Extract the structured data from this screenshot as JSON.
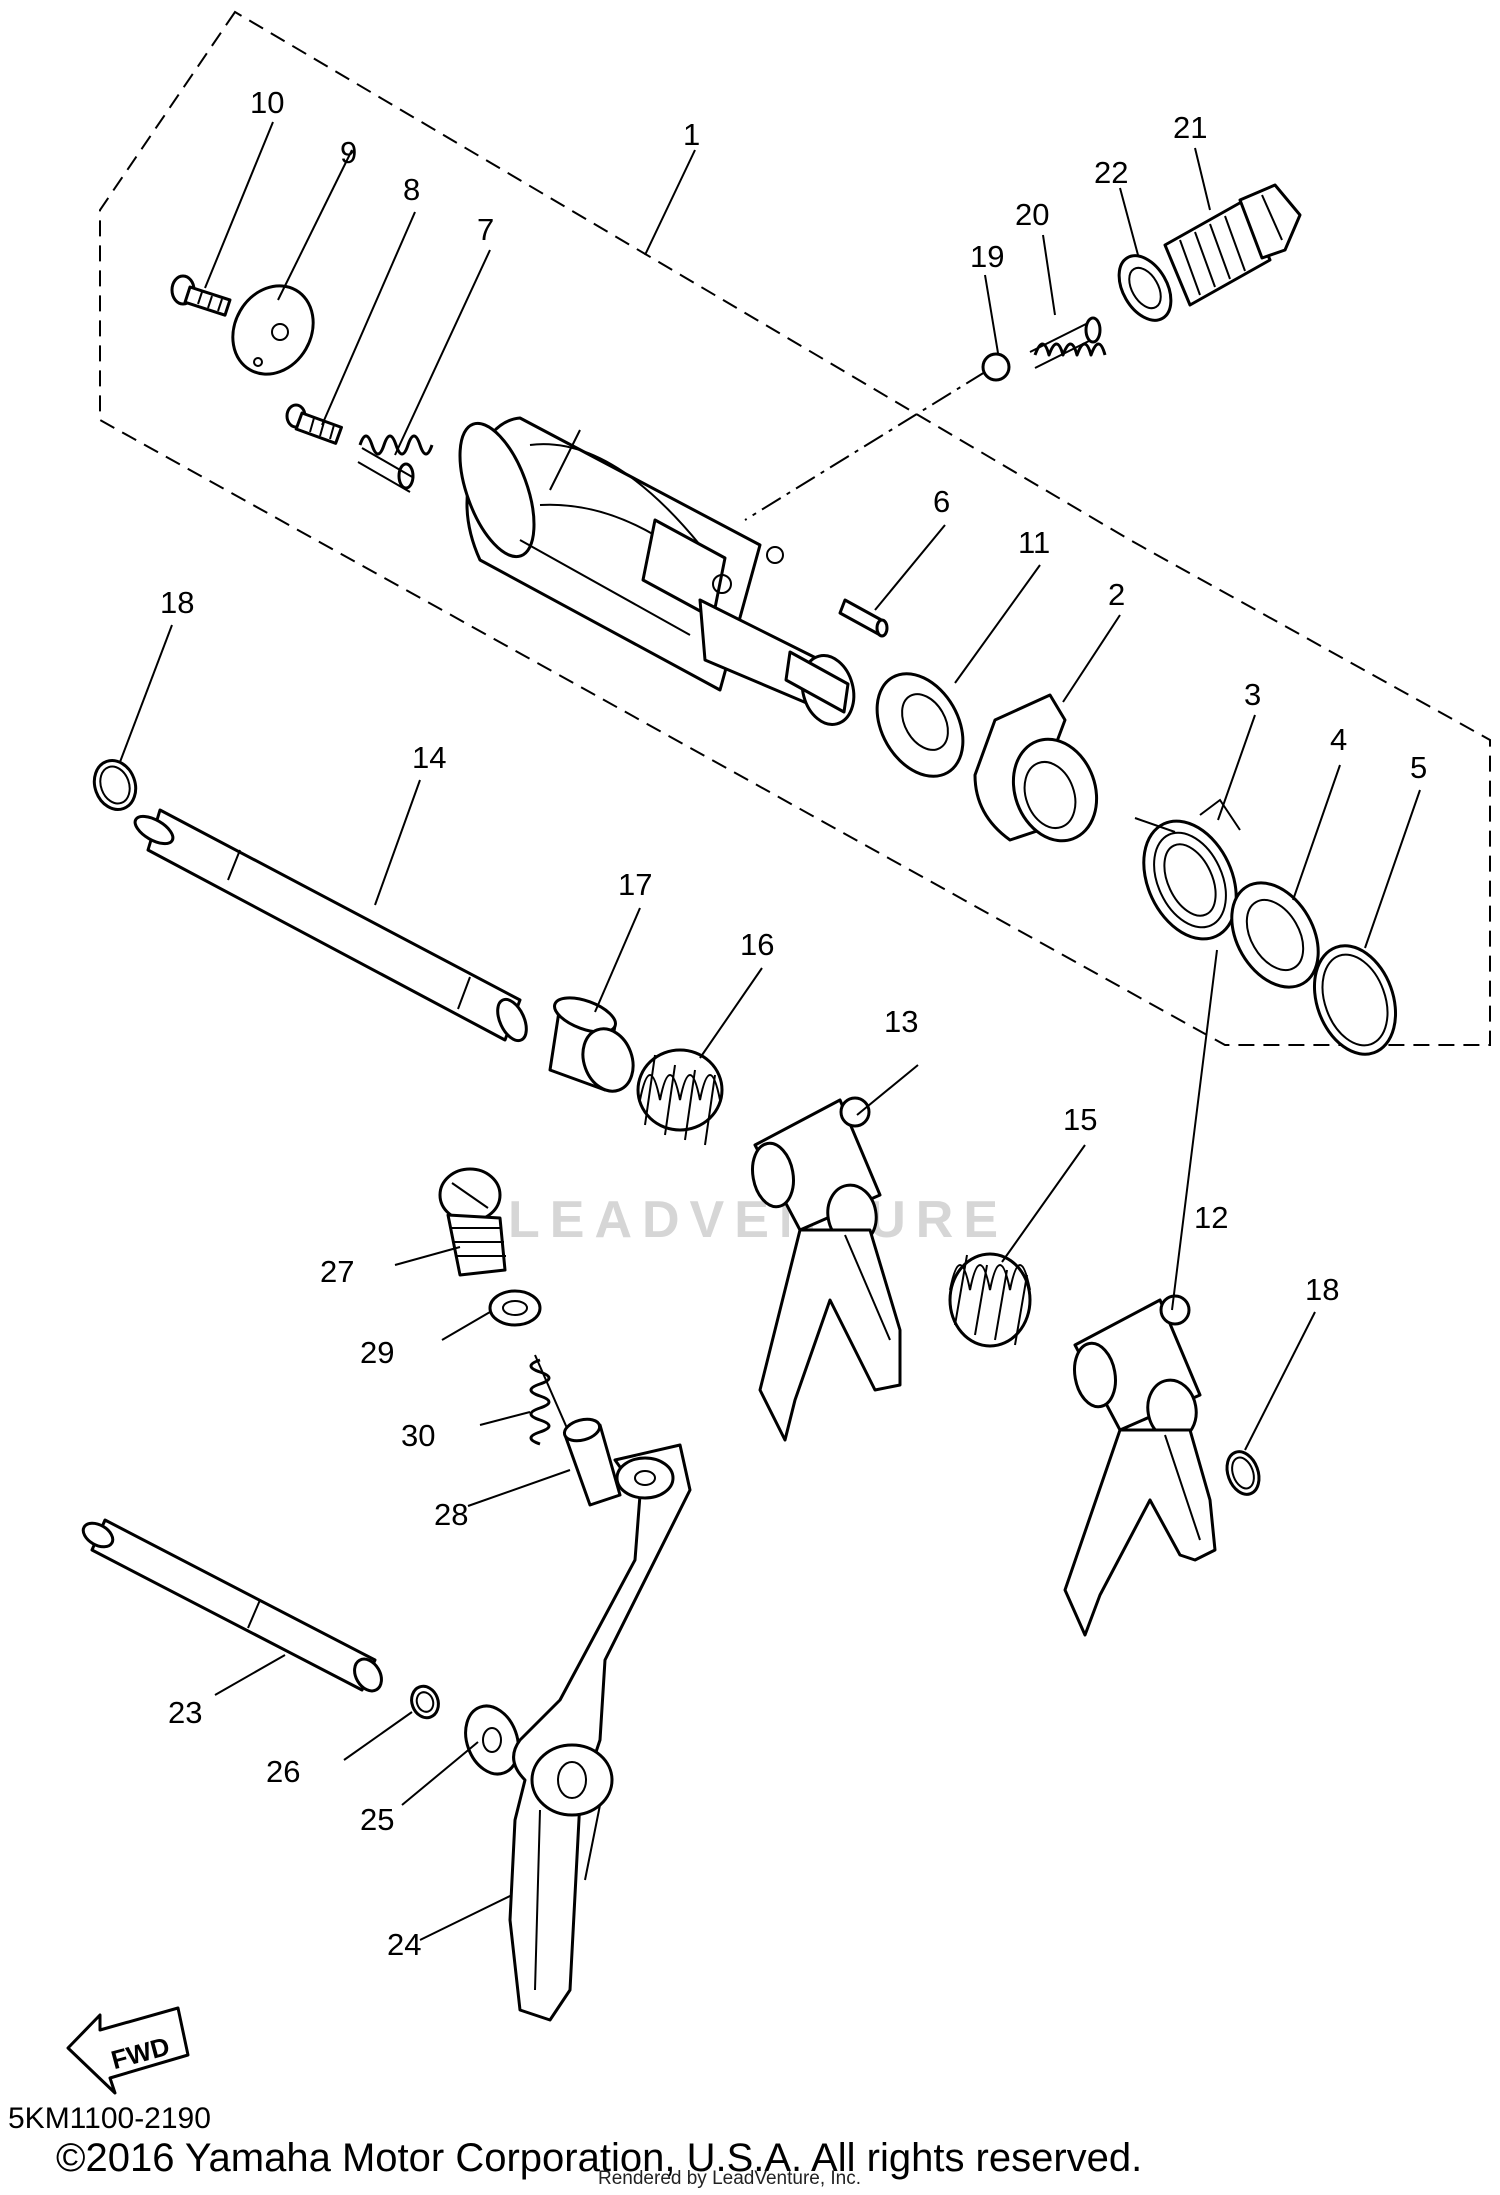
{
  "diagram": {
    "part_labels": [
      "1",
      "2",
      "3",
      "4",
      "5",
      "6",
      "7",
      "8",
      "9",
      "10",
      "11",
      "12",
      "13",
      "14",
      "15",
      "16",
      "17",
      "18",
      "19",
      "20",
      "21",
      "22",
      "23",
      "24",
      "25",
      "26",
      "27",
      "28",
      "29",
      "30"
    ],
    "second_label_18": "18",
    "fwd_label": "FWD",
    "watermark": "LEADVENTURE",
    "diagram_code": "5KM1100-2190",
    "copyright": "©2016 Yamaha Motor Corporation, U.S.A. All rights reserved.",
    "rendered_by": "Rendered by LeadVenture, Inc."
  }
}
